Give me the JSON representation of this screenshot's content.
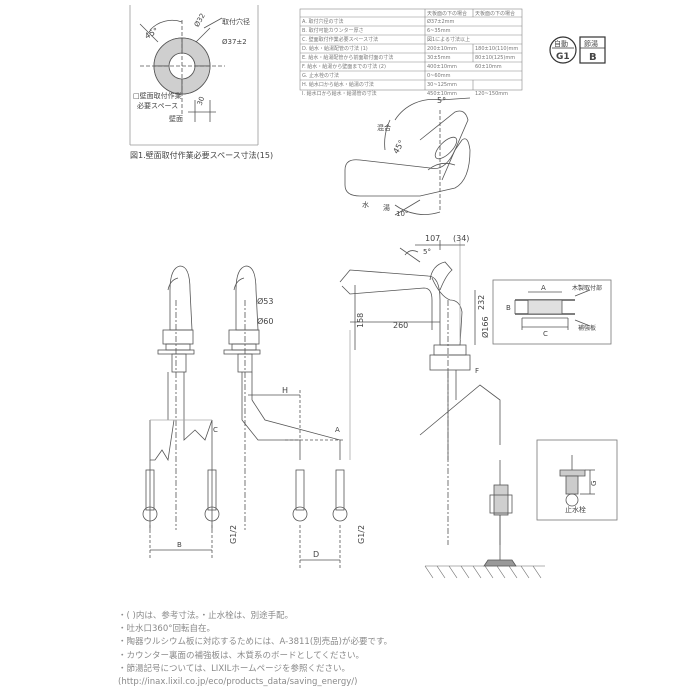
{
  "top_left_detail": {
    "angle": "45°",
    "hole_dia": "Ø32",
    "mount_hole_label_1": "取付穴径",
    "mount_hole_label_2": "Ø37±2",
    "side_space_label_1": "□壁面取付作業",
    "side_space_label_2": "必要スペース",
    "dim_30": "30",
    "wall_label": "壁面",
    "caption": "図1.壁面取付作業必要スペース寸法(15)"
  },
  "spec_table": {
    "headers": [
      "",
      "天板面の下の場合",
      "天板面の下の場合"
    ],
    "rows": [
      [
        "A. 取付穴径の寸法",
        "Ø37±2mm",
        ""
      ],
      [
        "B. 取付可能カウンター厚さ",
        "6~35mm",
        ""
      ],
      [
        "C. 壁面取付作業必要スペース寸法",
        "図1による寸法以上",
        ""
      ],
      [
        "D. 給水・給湯配管の寸法 (1)",
        "200±10mm",
        "180±10(110)mm"
      ],
      [
        "E. 給水・給湯配管から前面取付面の寸法",
        "30±5mm",
        "80±10(125)mm"
      ],
      [
        "F. 給水・給湯から壁面までの寸法 (2)",
        "400±10mm",
        "60±10mm"
      ],
      [
        "G. 止水栓の寸法",
        "0~60mm",
        ""
      ],
      [
        "H. 給水口から給水・給湯の寸法",
        "30~125mm",
        ""
      ],
      [
        "I. 給水口から給水・給湯管の寸法",
        "450±10mm",
        "120~150mm"
      ]
    ]
  },
  "badges": {
    "left_top": "自動",
    "left_bottom": "G1",
    "right_top": "節湯",
    "right_bottom": "B"
  },
  "top_view": {
    "angle_5": "5°",
    "angle_45": "45°",
    "label_mix": "混合",
    "label_water": "水",
    "label_hot": "湯",
    "angle_10": "10°"
  },
  "side_view": {
    "dim_107": "107",
    "dim_34": "(34)",
    "dim_158": "158",
    "dim_260": "260",
    "dim_232": "232",
    "dim_166": "Ø166",
    "angle_5": "5°",
    "label_f": "F"
  },
  "front_view": {
    "dim_53": "Ø53",
    "dim_60": "Ø60",
    "dim_h": "H",
    "dim_d": "D",
    "dim_g_left": "G1/2",
    "dim_g_right": "G1/2",
    "dim_b": "B",
    "label_c": "C",
    "label_a": "A"
  },
  "counter_detail": {
    "label_a": "A",
    "label_water": "木製取付部",
    "label_b": "B",
    "label_c": "C",
    "label_board": "補強板"
  },
  "valve_detail": {
    "label_g": "G",
    "label_valve": "止水栓"
  },
  "notes": [
    "・(  )内は、参考寸法。・止水栓は、別途手配。",
    "・吐水口360°回転自在。",
    "・陶器ウルシウム板に対応するためには、A-3811(別売品)が必要です。",
    "・カウンター裏面の補強板は、木質系のボードとしてください。",
    "・節湯記号については、LIXILホームページを参照ください。",
    "(http://inax.lixil.co.jp/eco/products_data/saving_energy/)"
  ]
}
